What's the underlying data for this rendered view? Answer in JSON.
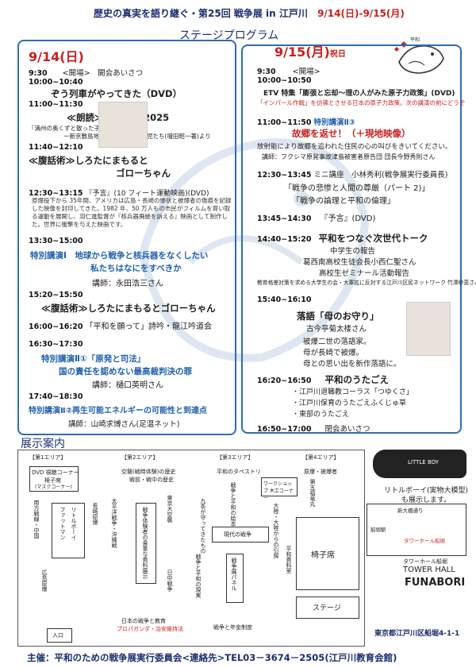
{
  "header": {
    "title_prefix": "歴史の真実を語り継ぐ・第25回 戦争展 in 江戸川",
    "dates": "9/14(日)-9/15(月)",
    "subtitle": "ステージプログラム"
  },
  "day1": {
    "date": "9/14(日)",
    "items": [
      {
        "time": "9:30",
        "text": "<開場>　開会あいさつ"
      },
      {
        "time": "10:00~10:40",
        "text": ""
      },
      {
        "time": "",
        "text": "ぞう列車がやってきた（DVD）"
      },
      {
        "time": "11:00~11:30",
        "text": ""
      },
      {
        "time": "",
        "text": "≪朗読≫イマジン 2025"
      },
      {
        "time": "",
        "text": "『満州の奥くずと散った子どもたちの遺書』"
      },
      {
        "time": "",
        "text": "ー新京敷島地区難民収容所の孤児たち(増田昭一著)より"
      },
      {
        "time": "11:40~12:10",
        "text": ""
      },
      {
        "time": "",
        "text": "≪腹話術≫しろたにまもると"
      },
      {
        "time": "",
        "text": "ゴローちゃん"
      },
      {
        "time": "12:30~13:15",
        "text": "『予言』(10 フィート運動映画)(DVD)"
      },
      {
        "time": "",
        "text": "原爆投下から 35年間、アメリカは広島・長崎の惨状と被爆者の傷痕を記録した映像を封印してきた。1982 年、50 万人もの市民がフィルムを買い取る運動を展開し、羽仁進監督が『核兵器廃絶を訴える』映画として制作した。世界に衝撃を与えた映画です。"
      },
      {
        "time": "13:30~15:00",
        "text": ""
      },
      {
        "time": "",
        "text": "特別講演Ⅰ　地球から戦争と核兵器をなくしたい"
      },
      {
        "time": "",
        "text": "私たちはなにをすべきか"
      },
      {
        "time": "",
        "text": "講師：永田浩三さん"
      },
      {
        "time": "15:20~15:50",
        "text": ""
      },
      {
        "time": "",
        "text": "≪腹話術≫しろたにまもるとゴローちゃん"
      },
      {
        "time": "16:00~16:20",
        "text": "「平和を願って」詩吟・龍江吟道会"
      },
      {
        "time": "16:30~17:30",
        "text": ""
      },
      {
        "time": "",
        "text": "特別講演Ⅱ①「原発と司法」"
      },
      {
        "time": "",
        "text": "国の責任を認めない最高裁判決の罪"
      },
      {
        "time": "",
        "text": "講師：樋口英明さん"
      },
      {
        "time": "17:40~18:30",
        "text": ""
      },
      {
        "time": "",
        "text": "特別講演Ⅱ②再生可能エネルギーの可能性と到達点"
      },
      {
        "time": "",
        "text": "講師：山崎求博さん(足温ネット)"
      }
    ]
  },
  "day2": {
    "date": "9/15(月)",
    "holiday": "祝日",
    "items": [
      {
        "time": "9:30",
        "text": "<開場>"
      },
      {
        "time": "10:00~10:50",
        "text": ""
      },
      {
        "time": "",
        "text": "ETV 特集「膨張と忘却〜理の人がみた原子力政策」(DVD)"
      },
      {
        "time": "",
        "text": "「インパール作戦」を彷彿とさせる日本の原子力政策。次の講演の前にどうぞ"
      },
      {
        "time": "11:00~11:50",
        "text": "特別講演Ⅱ③"
      },
      {
        "time": "",
        "text": "故郷を返せ！（＋現地映像）"
      },
      {
        "time": "",
        "text": "放射能により故郷を追われた住民の心の叫びをきいてください。"
      },
      {
        "time": "",
        "text": "講師：フクシマ原発事故津島被害者原告団 団長今野秀則さん"
      },
      {
        "time": "12:30~13:45",
        "text": "ミニ講座　小林秀利(戦争展実行委員長)"
      },
      {
        "time": "",
        "text": "「戦争の悲惨と人間の尊厳（パート 2)」"
      },
      {
        "time": "",
        "text": "「戦争の論理と平和の倫理」"
      },
      {
        "time": "13:45~14:30",
        "text": "『予言』(DVD)"
      },
      {
        "time": "14:40~15:20",
        "text": "平和をつなぐ次世代トーク"
      },
      {
        "time": "",
        "text": "中学生の報告"
      },
      {
        "time": "",
        "text": "葛西南高校生徒会長小西仁聖さん"
      },
      {
        "time": "",
        "text": "高校生ゼミナール活動報告"
      },
      {
        "time": "",
        "text": "教育格差対策を求める大学生の会・大軍拡に反対する江戸川区民ネットワーク 竹澤紗恵さん"
      },
      {
        "time": "15:40~16:10",
        "text": ""
      },
      {
        "time": "",
        "text": "落語「母のお守り」"
      },
      {
        "time": "",
        "text": "古今亭菊太楼さん"
      },
      {
        "time": "",
        "text": "被爆二世の落語家。"
      },
      {
        "time": "",
        "text": "母が長崎で被爆。"
      },
      {
        "time": "",
        "text": "母との思い出を新作落語に。"
      },
      {
        "time": "16:20~16:50",
        "text": "平和のうたごえ"
      },
      {
        "time": "",
        "text": "・江戸川退職教コーラス「つゆくさ」"
      },
      {
        "time": "",
        "text": "・江戸川保育のうたごえふくじゅ草"
      },
      {
        "time": "",
        "text": "・東部のうたごえ"
      },
      {
        "time": "16:50~17:00",
        "text": "閉会あいさつ"
      }
    ]
  },
  "exhibit": {
    "title": "展示案内",
    "zones": [
      "【第1エリア】",
      "【第2エリア】",
      "【第3エリア】",
      "【第4エリア】"
    ],
    "labels": {
      "dvd": "DVD 視聴コーナー",
      "seats": "椅子席",
      "seats2": "(マスクコーナー)",
      "zone1_v": "南方戦線・中国",
      "littleboy": "リトルボーイ",
      "fatman": "ファットマン",
      "nagasaki": "長崎原爆",
      "hiroshima": "広島原爆",
      "entrance": "入口",
      "z2_a": "空襲(戦時体験)の歴史",
      "z2_b": "戦前・戦中の歴史",
      "z2_c": "太平洋戦争・沖縄戦",
      "z2_d": "東京大空襲",
      "z2_e": "日中戦争",
      "z2_f": "戦争体験者の貴重な資料展示",
      "z2_g": "日本の戦争と教育",
      "z2_h": "プロパガンダ・治安維持法",
      "z3_a": "平和のタペストリ",
      "z3_b": "ワークショップ 木工コーナー",
      "z3_c": "戦争と平和の絵本",
      "z3_d": "九条が守ってきたもの",
      "z3_e": "戦争展パネル",
      "z3_f": "現代の戦争",
      "z3_g": "戦争と平和の現実",
      "z3_h": "戦争と年金制度",
      "z4_a": "原爆・被爆者",
      "z4_b": "第五福竜丸",
      "z4_c": "大陸・大陸からの引揚",
      "z4_d": "平和資料室",
      "z4_e": "椅子席",
      "z4_f": "ステージ",
      "tower": "タワーホール船堀",
      "tower_en": "TOWER HALL",
      "funabori": "FUNABORI",
      "address": "東京都江戸川区船堀4-1-1",
      "lb_model": "リトルボーイ(実物大模型)",
      "lb_model2": "も展示します。",
      "lb_text": "LITTLE BOY",
      "station": "新大橋通り",
      "station2": "船堀駅",
      "hall": "タワーホール船堀"
    }
  },
  "footer": {
    "text": "主催：平和のための戦争展実行委員会<連絡先>TEL03－3674－2505(江戸川教育会館)"
  },
  "colors": {
    "accent_blue": "#2f6cb3",
    "red": "#c8201e",
    "navy": "#1b2d6e"
  }
}
